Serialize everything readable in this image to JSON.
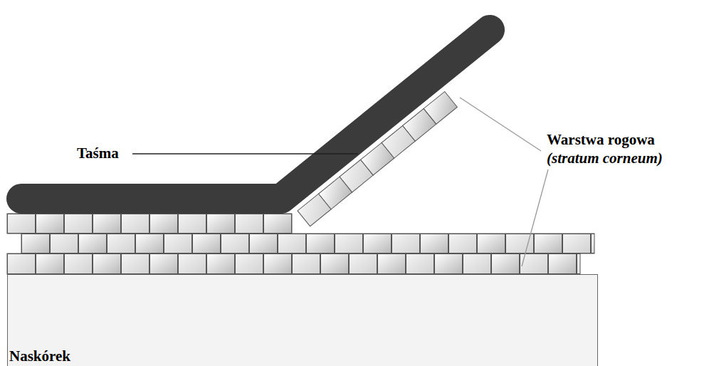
{
  "diagram": {
    "nodes": [
      {
        "text": [
          "Naskórek"
        ]
      }
    ],
    "labels": [
      "Taśma",
      "Warstwa rogowa",
      "(stratum corneum)"
    ]
  }
}
